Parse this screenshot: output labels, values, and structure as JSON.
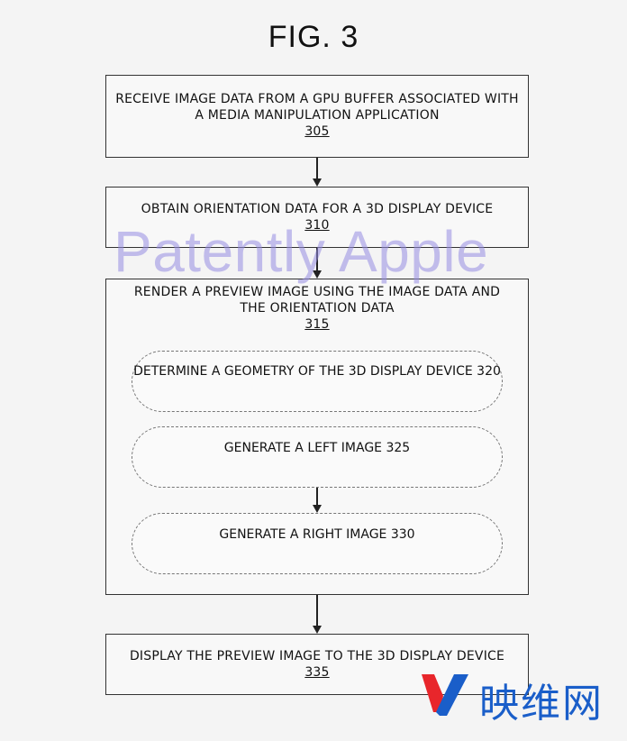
{
  "figure": {
    "title": "FIG. 3"
  },
  "steps": {
    "s305": {
      "text": "RECEIVE IMAGE DATA FROM A GPU BUFFER ASSOCIATED WITH A MEDIA MANIPULATION APPLICATION",
      "ref": "305"
    },
    "s310": {
      "text": "OBTAIN ORIENTATION DATA FOR A 3D DISPLAY DEVICE",
      "ref": "310"
    },
    "s315": {
      "text": "RENDER A PREVIEW IMAGE USING THE IMAGE DATA AND THE ORIENTATION DATA",
      "ref": "315"
    },
    "s320": {
      "text": "DETERMINE A GEOMETRY OF THE 3D DISPLAY DEVICE",
      "ref": "320"
    },
    "s325": {
      "text": "GENERATE A LEFT IMAGE",
      "ref": "325"
    },
    "s330": {
      "text": "GENERATE A RIGHT IMAGE",
      "ref": "330"
    },
    "s335": {
      "text": "DISPLAY THE PREVIEW IMAGE TO THE 3D DISPLAY DEVICE",
      "ref": "335"
    }
  },
  "watermark": {
    "text": "Patently Apple"
  },
  "logo": {
    "text": "映维网",
    "colors": {
      "red": "#e8262b",
      "blue": "#1a5ec9"
    }
  }
}
